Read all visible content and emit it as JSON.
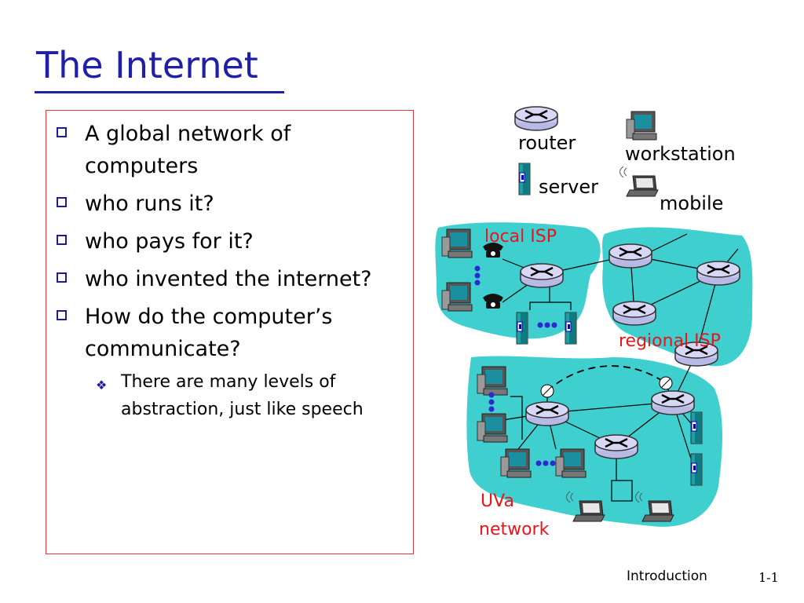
{
  "slide": {
    "title": "The Internet",
    "bullets": [
      "A global network of computers",
      "who runs it?",
      "who pays for it?",
      "who invented the internet?",
      "How do the computer’s communicate?"
    ],
    "sub_bullets": [
      "There are many levels of abstraction, just like speech"
    ],
    "footer": {
      "section": "Introduction",
      "page": "1-1"
    }
  },
  "diagram": {
    "legend": {
      "router": "router",
      "workstation": "workstation",
      "server": "server",
      "mobile": "mobile"
    },
    "labels": {
      "local_isp": "local ISP",
      "regional_isp": "regional ISP",
      "uva_line1": "UVa",
      "uva_line2": "network"
    },
    "colors": {
      "region_fill": "#3fcfcf",
      "label_red": "#e8161b",
      "title_blue": "#1f1fa8",
      "router_fill": "#c8c8ee"
    }
  }
}
